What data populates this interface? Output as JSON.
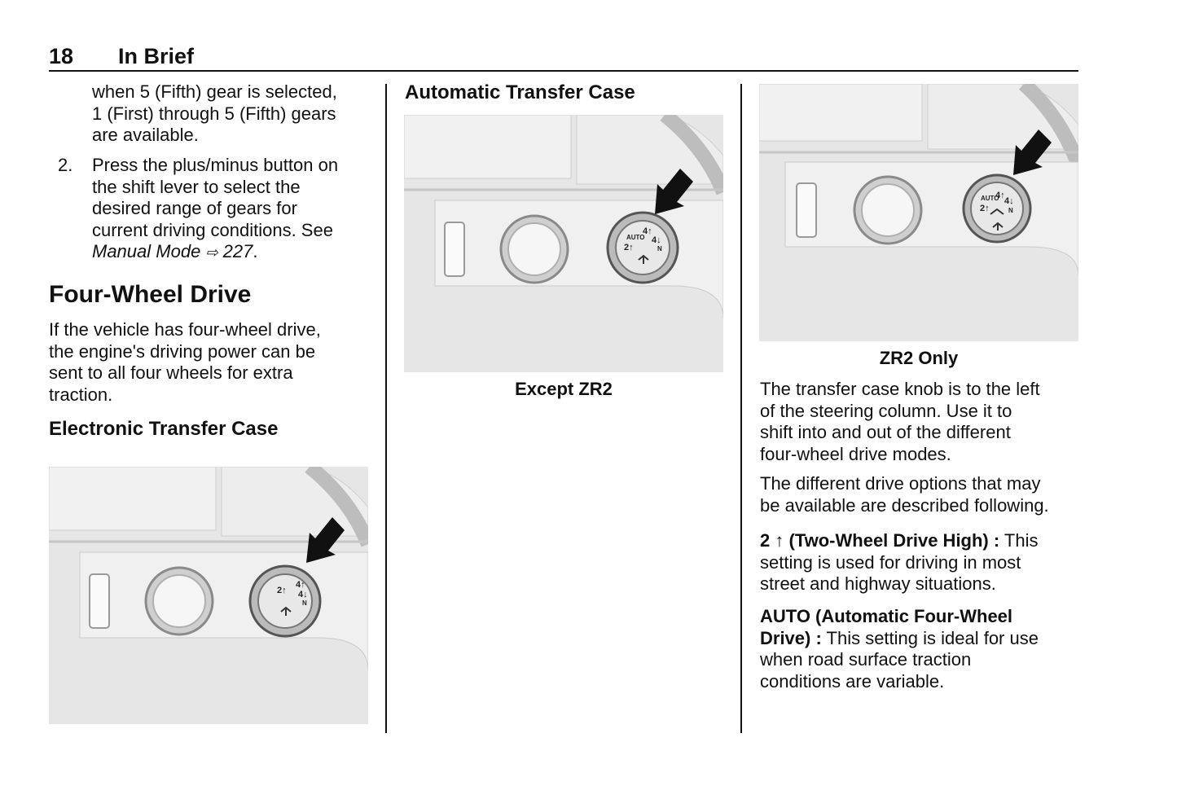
{
  "header": {
    "page_number": "18",
    "section_title": "In Brief"
  },
  "col1": {
    "cont_line1": "when 5 (Fifth) gear is selected,",
    "cont_line2": "1 (First) through 5 (Fifth) gears",
    "cont_line3": "are available.",
    "step2_number": "2.",
    "step2_line1": "Press the plus/minus button on",
    "step2_line2": "the shift lever to select the",
    "step2_line3": "desired range of gears for",
    "step2_line4": "current driving conditions. See",
    "step2_link": "Manual Mode",
    "step2_ref_symbol": "⇨",
    "step2_ref_page": "227",
    "step2_end": ".",
    "heading_4wd": "Four-Wheel Drive",
    "para_line1": "If the vehicle has four-wheel drive,",
    "para_line2": "the engine's driving power can be",
    "para_line3": "sent to all four wheels for extra",
    "para_line4": "traction.",
    "heading_etc": "Electronic Transfer Case"
  },
  "col2": {
    "heading_atc": "Automatic Transfer Case",
    "caption": "Except ZR2"
  },
  "col3": {
    "caption": "ZR2 Only",
    "p1_line1": "The transfer case knob is to the left",
    "p1_line2": "of the steering column. Use it to",
    "p1_line3": "shift into and out of the different",
    "p1_line4": "four-wheel drive modes.",
    "p2_line1": "The different drive options that may",
    "p2_line2": "be available are described following.",
    "t1_term": "2",
    "t1_arrow": "↑",
    "t1_term_rest": "(Two-Wheel Drive High) :",
    "t1_text1": "This",
    "t1_text2": "setting is used for driving in most",
    "t1_text3": "street and highway situations.",
    "t2_term1": "AUTO (Automatic Four-Wheel",
    "t2_term2": "Drive) :",
    "t2_text1": "This setting is ideal for use",
    "t2_text2": "when road surface traction",
    "t2_text3": "conditions are variable."
  },
  "knob_labels": {
    "two_high": "2↑",
    "four_high": "4↑",
    "four_low": "4↓",
    "neutral": "N",
    "auto": "AUTO"
  },
  "colors": {
    "text": "#111111",
    "figure_bg": "#e9e9e9",
    "arrow": "#111111"
  }
}
